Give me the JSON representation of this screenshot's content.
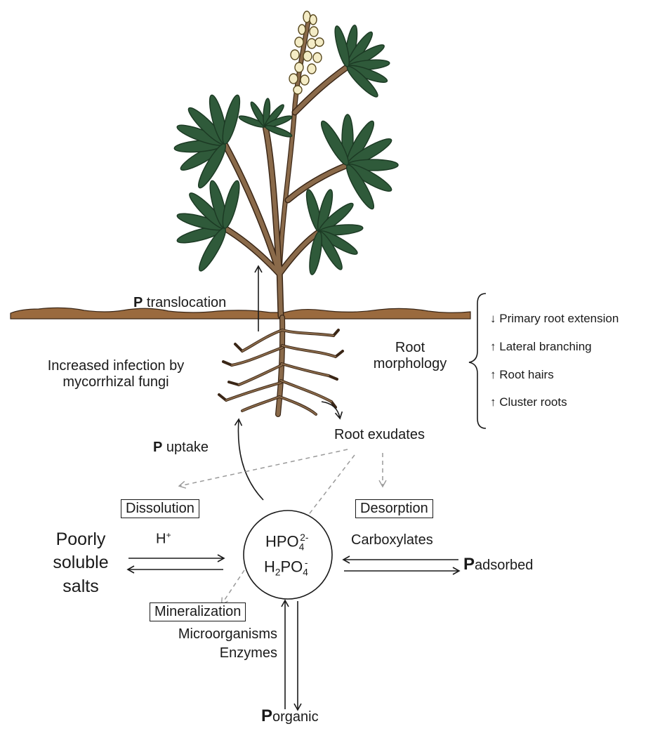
{
  "title": "",
  "plant": {
    "p_translocation": {
      "p": "P",
      "text": " translocation"
    },
    "mycorrhiza": [
      "Increased infection by",
      "mycorrhizal fungi"
    ],
    "root_morphology": [
      "Root",
      "morphology"
    ],
    "root_traits": [
      {
        "arrow": "↓",
        "text": "Primary root extension"
      },
      {
        "arrow": "↑",
        "text": "Lateral branching"
      },
      {
        "arrow": "↑",
        "text": "Root hairs"
      },
      {
        "arrow": "↑",
        "text": "Cluster roots"
      }
    ],
    "root_exudates": "Root exudates",
    "p_uptake": {
      "p": "P",
      "text": " uptake"
    }
  },
  "processes": {
    "dissolution": "Dissolution",
    "dissolution_agent": {
      "base": "H",
      "sup": "+"
    },
    "desorption": "Desorption",
    "desorption_agent": "Carboxylates",
    "mineralization": "Mineralization",
    "mineralization_agents": [
      "Microorganisms",
      "Enzymes"
    ]
  },
  "pool": {
    "hpo4": {
      "base": "HPO",
      "sub": "4",
      "sup": "2-"
    },
    "h2po4": {
      "h": "H",
      "sub1": "2",
      "po": "PO",
      "sub2": "4",
      "sup": "-"
    }
  },
  "sources": {
    "poorly_soluble": [
      "Poorly",
      "soluble",
      "salts"
    ],
    "p_adsorbed": {
      "p": "P",
      "text": "adsorbed"
    },
    "p_organic": {
      "p": "P",
      "text": "organic"
    }
  },
  "colors": {
    "leaf": "#2f5a3a",
    "leaf_dark": "#1c3a24",
    "stem": "#8a6a4a",
    "soil": "#9a6a3e",
    "flower": "#f4ecc6",
    "dashed": "#9a9a9a"
  }
}
